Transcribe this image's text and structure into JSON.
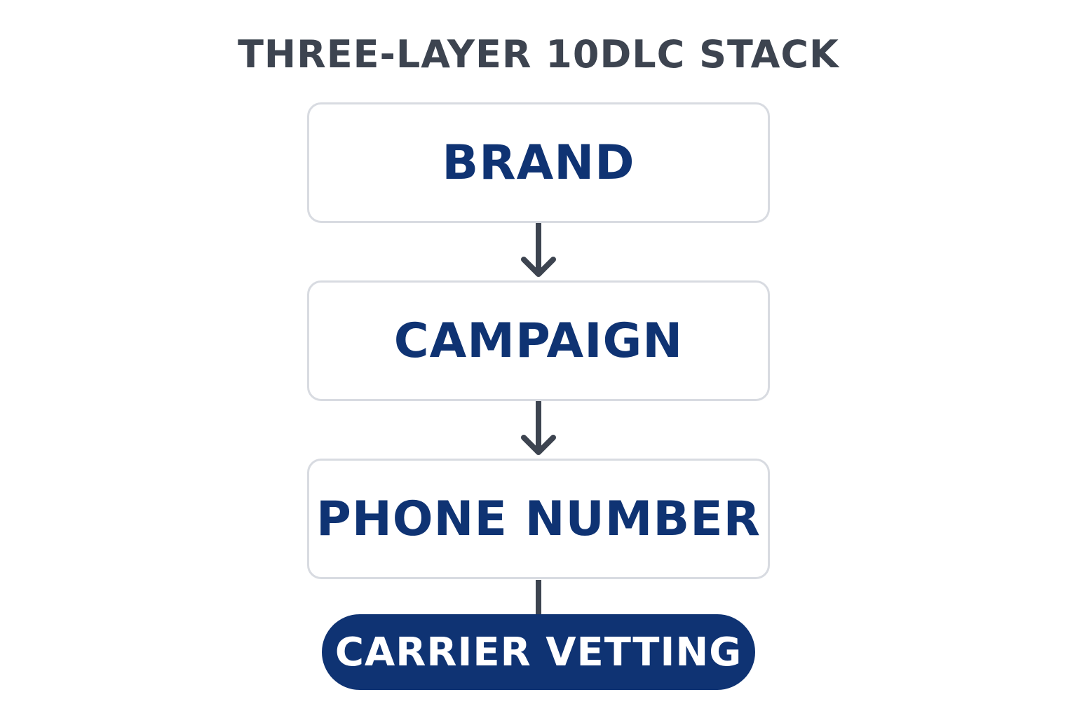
{
  "diagram": {
    "title": "THREE-LAYER 10DLC STACK",
    "layers": [
      {
        "label": "BRAND"
      },
      {
        "label": "CAMPAIGN"
      },
      {
        "label": "PHONE NUMBER"
      }
    ],
    "terminal": {
      "label": "CARRIER VETTING"
    }
  },
  "colors": {
    "title_text": "#3d4450",
    "layer_text": "#0f3373",
    "layer_border": "#d8dbe1",
    "connector": "#3d4450",
    "terminal_fill": "#0f3373",
    "terminal_text": "#ffffff"
  },
  "icons": {
    "connector_arrow": "arrow-down-icon"
  }
}
